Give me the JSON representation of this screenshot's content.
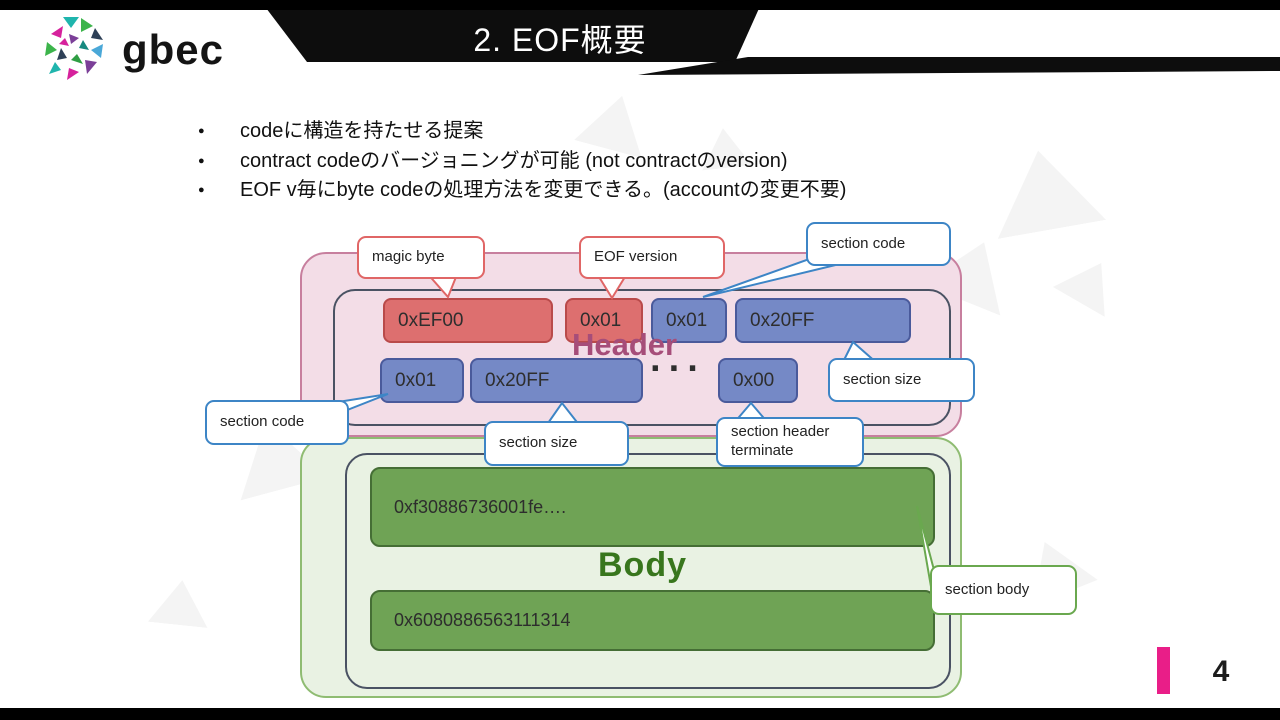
{
  "masthead": {
    "logo_text": "gbec",
    "title": "2. EOF概要"
  },
  "bullets": [
    "codeに構造を持たせる提案",
    "contract codeのバージョニングが可能 (not contractのversion)",
    "EOF v毎にbyte codeの処理方法を変更できる。(accountの変更不要)"
  ],
  "diagram": {
    "header_label": "Header",
    "body_label": "Body",
    "row1": [
      {
        "text": "0xEF00",
        "kind": "magic"
      },
      {
        "text": "0x01",
        "kind": "magic"
      },
      {
        "text": "0x01",
        "kind": "section"
      },
      {
        "text": "0x20FF",
        "kind": "section"
      }
    ],
    "row2": {
      "boxes": [
        "0x01",
        "0x20FF",
        "0x00"
      ],
      "dots": "···"
    },
    "body_rows": [
      "0xf30886736001fe….",
      "0x6080886563111314"
    ],
    "callouts": {
      "magic_byte": "magic byte",
      "eof_version": "EOF version",
      "section_code_top": "section code",
      "section_size_right": "section size",
      "section_code_left": "section code",
      "section_size_bottom": "section size",
      "section_header_terminate": "section header terminate",
      "section_body": "section body"
    }
  },
  "footer": {
    "page_number": "4"
  },
  "colors": {
    "accent_pink": "#e91e88",
    "magic_fill": "#dd6f6f",
    "magic_border": "#b94a4a",
    "section_fill": "#7589c6",
    "section_border": "#4a5a9b",
    "header_bg": "#f3dde7",
    "header_border": "#c77f9e",
    "body_bg": "#e9f2e3",
    "body_border": "#8fbc72",
    "body_box_fill": "#6fa355",
    "body_box_border": "#456e35",
    "outline": "#4a5263",
    "header_label": "#a64d79",
    "body_label": "#38761d",
    "callout_blue": "#3d85c6",
    "callout_red": "#e06666",
    "callout_green": "#6aa84f"
  }
}
